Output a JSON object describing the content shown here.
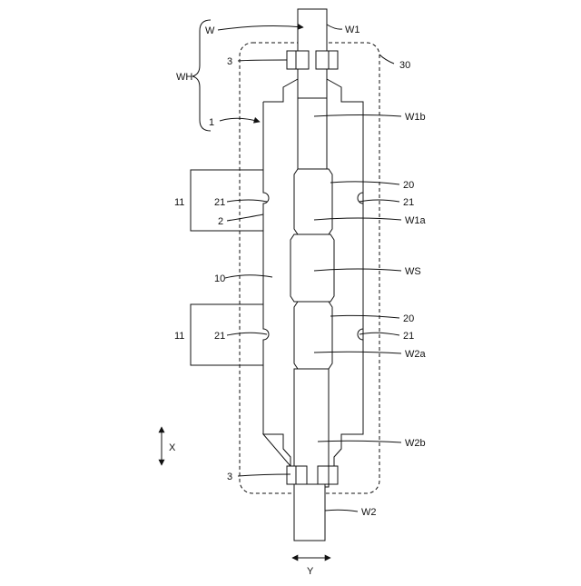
{
  "figure": {
    "labels": {
      "W": "W",
      "W1": "W1",
      "WH": "WH",
      "label_3_top": "3",
      "label_30": "30",
      "label_1": "1",
      "W1b": "W1b",
      "label_20_top": "20",
      "label_11_top": "11",
      "label_21_left_top": "21",
      "label_21_right_top": "21",
      "label_2": "2",
      "W1a": "W1a",
      "label_10": "10",
      "WS": "WS",
      "label_20_bottom": "20",
      "label_11_bottom": "11",
      "label_21_left_bottom": "21",
      "label_21_right_bottom": "21",
      "W2a": "W2a",
      "X": "X",
      "W2b": "W2b",
      "label_3_bottom": "3",
      "W2": "W2",
      "Y": "Y"
    }
  }
}
